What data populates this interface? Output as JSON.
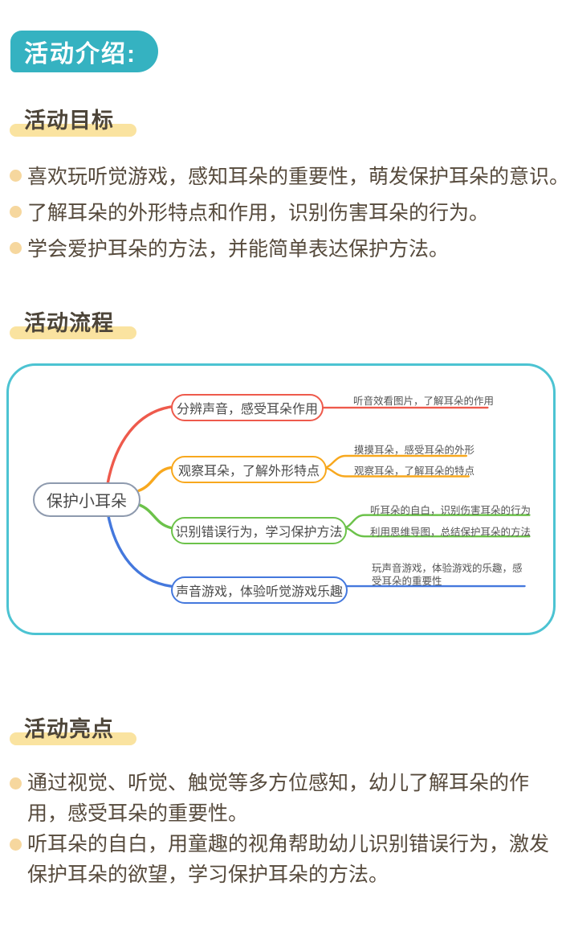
{
  "colors": {
    "teal": "#35b2c1",
    "teal-light": "#4cc3d2",
    "red": "#ee5a4c",
    "orange": "#f8a81e",
    "green": "#6cc24a",
    "blue": "#4478dd",
    "root-border": "#8e9aae",
    "yellow": "#fae3a0",
    "bullet": "#f6d79e",
    "ink": "#4d4539",
    "body-ink": "#564a3c",
    "map-ink": "#4a4a4a",
    "leaf-ink": "#555555"
  },
  "header": {
    "title": "活动介绍:"
  },
  "sections": {
    "goals": {
      "heading": "活动目标",
      "bullets": [
        "喜欢玩听觉游戏，感知耳朵的重要性，萌发保护耳朵的意识。",
        "了解耳朵的外形特点和作用，识别伤害耳朵的行为。",
        "学会爱护耳朵的方法，并能简单表达保护方法。"
      ]
    },
    "flow": {
      "heading": "活动流程",
      "mindmap": {
        "root": "保护小耳朵",
        "branches": [
          {
            "color": "#ee5a4c",
            "label": "分辨声音，感受耳朵作用",
            "leaves": [
              "听音效看图片，了解耳朵的作用"
            ]
          },
          {
            "color": "#f8a81e",
            "label": "观察耳朵，了解外形特点",
            "leaves": [
              "摸摸耳朵，感受耳朵的外形",
              "观察耳朵，了解耳朵的特点"
            ]
          },
          {
            "color": "#6cc24a",
            "label": "识别错误行为，学习保护方法",
            "leaves": [
              "听耳朵的自白，识别伤害耳朵的行为",
              "利用思维导图，总结保护耳朵的方法"
            ]
          },
          {
            "color": "#4478dd",
            "label": "声音游戏，体验听觉游戏乐趣",
            "leaves": [
              "玩声音游戏，体验游戏的乐趣，感受耳朵的重要性"
            ]
          }
        ]
      }
    },
    "highlights": {
      "heading": "活动亮点",
      "bullets": [
        "通过视觉、听觉、触觉等多方位感知，幼儿了解耳朵的作用，感受耳朵的重要性。",
        "听耳朵的自白，用童趣的视角帮助幼儿识别错误行为，激发保护耳朵的欲望，学习保护耳朵的方法。"
      ]
    }
  }
}
